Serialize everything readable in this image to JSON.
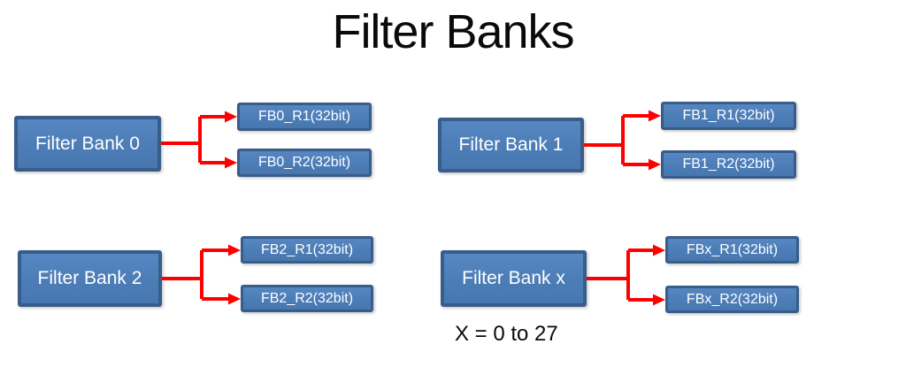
{
  "title": "Filter Banks",
  "footnote": "X = 0 to 27",
  "colors": {
    "box_fill": "#4f81bd",
    "box_border": "#385d8a",
    "box_text": "#ffffff",
    "arrow": "#ff0000",
    "text": "#000000",
    "background": "#ffffff"
  },
  "groups": [
    {
      "bank": "Filter Bank 0",
      "r1": "FB0_R1(32bit)",
      "r2": "FB0_R2(32bit)"
    },
    {
      "bank": "Filter Bank 1",
      "r1": "FB1_R1(32bit)",
      "r2": "FB1_R2(32bit)"
    },
    {
      "bank": "Filter Bank 2",
      "r1": "FB2_R1(32bit)",
      "r2": "FB2_R2(32bit)"
    },
    {
      "bank": "Filter Bank x",
      "r1": "FBx_R1(32bit)",
      "r2": "FBx_R2(32bit)"
    }
  ]
}
